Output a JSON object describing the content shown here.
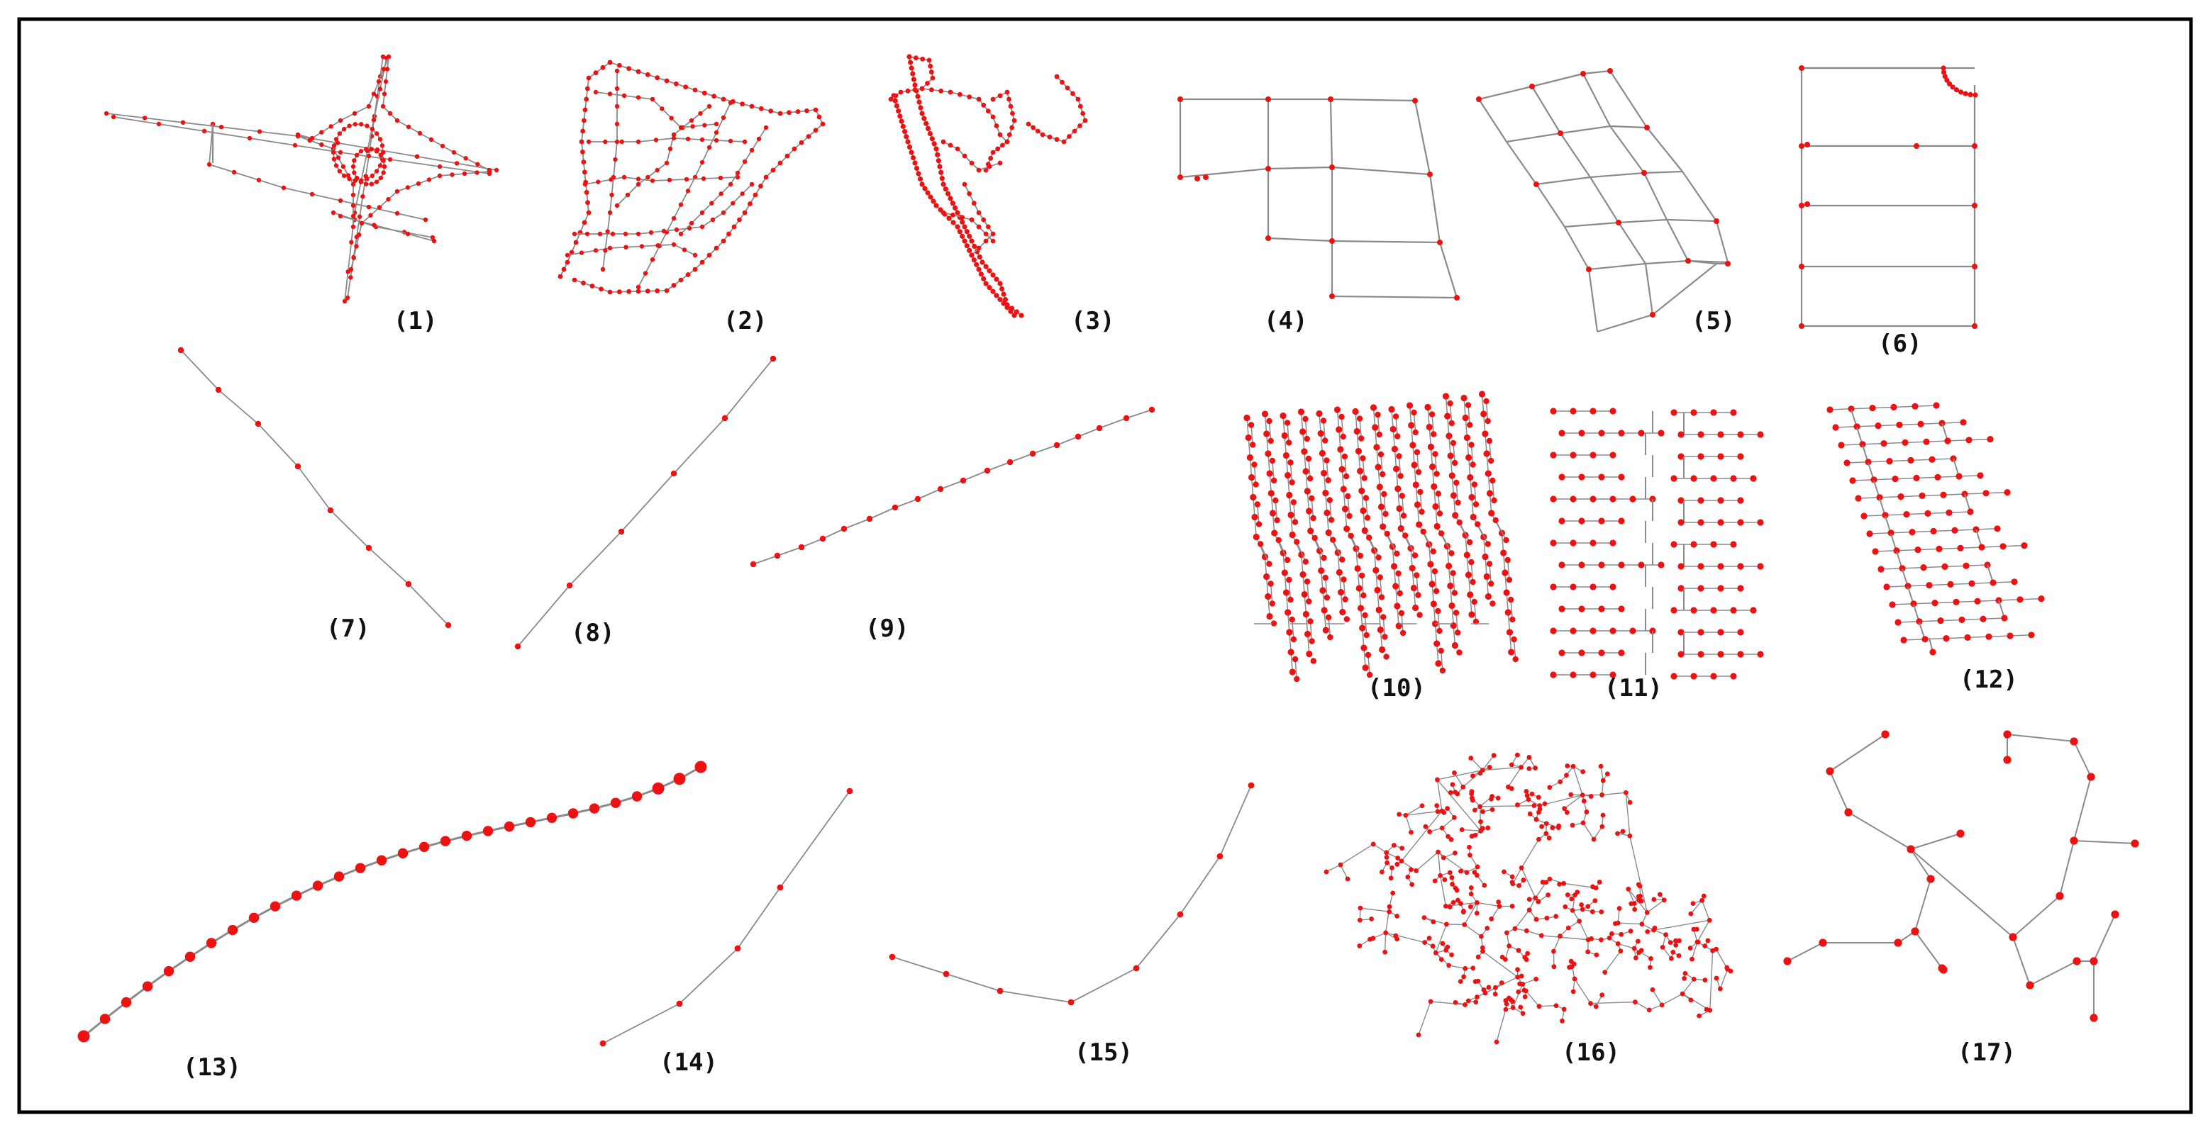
{
  "figure": {
    "panels": [
      {
        "id": 1,
        "label": "(1)",
        "style": "road-interchange"
      },
      {
        "id": 2,
        "label": "(2)",
        "style": "irregular-network"
      },
      {
        "id": 3,
        "label": "(3)",
        "style": "irregular-network"
      },
      {
        "id": 4,
        "label": "(4)",
        "style": "block-grid"
      },
      {
        "id": 5,
        "label": "(5)",
        "style": "skewed-grid"
      },
      {
        "id": 6,
        "label": "(6)",
        "style": "block-grid"
      },
      {
        "id": 7,
        "label": "(7)",
        "style": "polyline"
      },
      {
        "id": 8,
        "label": "(8)",
        "style": "polyline"
      },
      {
        "id": 9,
        "label": "(9)",
        "style": "polyline"
      },
      {
        "id": 10,
        "label": "(10)",
        "style": "comb-grid"
      },
      {
        "id": 11,
        "label": "(11)",
        "style": "comb-grid"
      },
      {
        "id": 12,
        "label": "(12)",
        "style": "comb-grid"
      },
      {
        "id": 13,
        "label": "(13)",
        "style": "curve-dense"
      },
      {
        "id": 14,
        "label": "(14)",
        "style": "polyline"
      },
      {
        "id": 15,
        "label": "(15)",
        "style": "polyline"
      },
      {
        "id": 16,
        "label": "(16)",
        "style": "random-tree"
      },
      {
        "id": 17,
        "label": "(17)",
        "style": "sparse-tree"
      }
    ],
    "colors": {
      "node": "#ee1111",
      "edge": "#8a8a8a",
      "frame": "#000000",
      "label": "#111111"
    }
  }
}
